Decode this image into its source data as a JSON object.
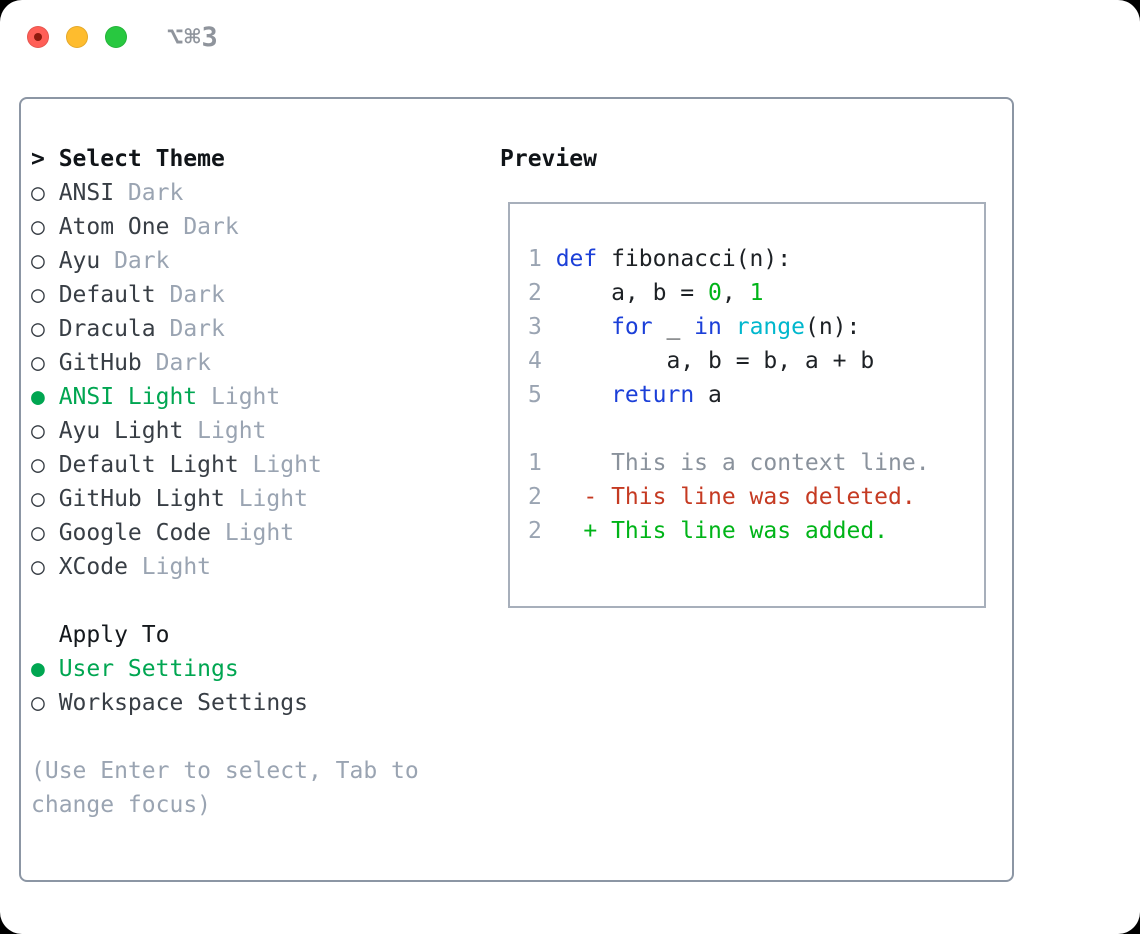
{
  "window": {
    "title": "⌥⌘3",
    "traffic_lights": [
      {
        "name": "close"
      },
      {
        "name": "minimize"
      },
      {
        "name": "zoom"
      }
    ]
  },
  "icons": {
    "radio_selected": "●",
    "radio_unselected": "○",
    "header_pointer": ">"
  },
  "theme_panel": {
    "header": "Select Theme",
    "themes": [
      {
        "name": "ANSI",
        "tag": "Dark",
        "selected": false
      },
      {
        "name": "Atom One",
        "tag": "Dark",
        "selected": false
      },
      {
        "name": "Ayu",
        "tag": "Dark",
        "selected": false
      },
      {
        "name": "Default",
        "tag": "Dark",
        "selected": false
      },
      {
        "name": "Dracula",
        "tag": "Dark",
        "selected": false
      },
      {
        "name": "GitHub",
        "tag": "Dark",
        "selected": false
      },
      {
        "name": "ANSI Light",
        "tag": "Light",
        "selected": true
      },
      {
        "name": "Ayu Light",
        "tag": "Light",
        "selected": false
      },
      {
        "name": "Default Light",
        "tag": "Light",
        "selected": false
      },
      {
        "name": "GitHub Light",
        "tag": "Light",
        "selected": false
      },
      {
        "name": "Google Code",
        "tag": "Light",
        "selected": false
      },
      {
        "name": "XCode",
        "tag": "Light",
        "selected": false
      }
    ]
  },
  "apply_panel": {
    "header": "Apply To",
    "options": [
      {
        "label": "User Settings",
        "selected": true
      },
      {
        "label": "Workspace Settings",
        "selected": false
      }
    ]
  },
  "help": {
    "lines": [
      "(Use Enter to select, Tab to",
      "change focus)"
    ]
  },
  "preview": {
    "header": "Preview",
    "code_lines": [
      {
        "number": "1",
        "segments": [
          {
            "t": "kw",
            "text": "def"
          },
          {
            "t": "plain",
            "text": " fibonacci(n):"
          }
        ]
      },
      {
        "number": "2",
        "segments": [
          {
            "t": "plain",
            "text": "    a, b = "
          },
          {
            "t": "num",
            "text": "0"
          },
          {
            "t": "plain",
            "text": ", "
          },
          {
            "t": "num",
            "text": "1"
          }
        ]
      },
      {
        "number": "3",
        "segments": [
          {
            "t": "plain",
            "text": "    "
          },
          {
            "t": "kw",
            "text": "for"
          },
          {
            "t": "plain",
            "text": " _ "
          },
          {
            "t": "kw",
            "text": "in"
          },
          {
            "t": "plain",
            "text": " "
          },
          {
            "t": "builtin",
            "text": "range"
          },
          {
            "t": "plain",
            "text": "(n):"
          }
        ]
      },
      {
        "number": "4",
        "segments": [
          {
            "t": "plain",
            "text": "        a, b = b, a + b"
          }
        ]
      },
      {
        "number": "5",
        "segments": [
          {
            "t": "plain",
            "text": "    "
          },
          {
            "t": "kw",
            "text": "return"
          },
          {
            "t": "plain",
            "text": " a"
          }
        ]
      },
      {
        "number": "",
        "segments": []
      },
      {
        "number": "1",
        "segments": [
          {
            "t": "ctx",
            "text": "    This is a context line."
          }
        ]
      },
      {
        "number": "2",
        "segments": [
          {
            "t": "del",
            "text": "  - This line was deleted."
          }
        ]
      },
      {
        "number": "2",
        "segments": [
          {
            "t": "add",
            "text": "  + This line was added."
          }
        ]
      }
    ]
  },
  "colors": {
    "accent-green": "#00a651",
    "code-keyword": "#1b3fd8",
    "code-builtin": "#00b7cd",
    "code-number": "#00b418",
    "diff-added": "#00b418",
    "diff-deleted": "#c53a22",
    "diff-context": "#8a929c",
    "muted": "#9aa4b2",
    "text": "#383e45",
    "heading": "#101418",
    "panel-border": "#8c96a4",
    "preview-border": "#a7afbb",
    "titlebar-gray": "#8f949c",
    "light-red": "#ff5f57",
    "light-yellow": "#febc2e",
    "light-green": "#28c840"
  }
}
